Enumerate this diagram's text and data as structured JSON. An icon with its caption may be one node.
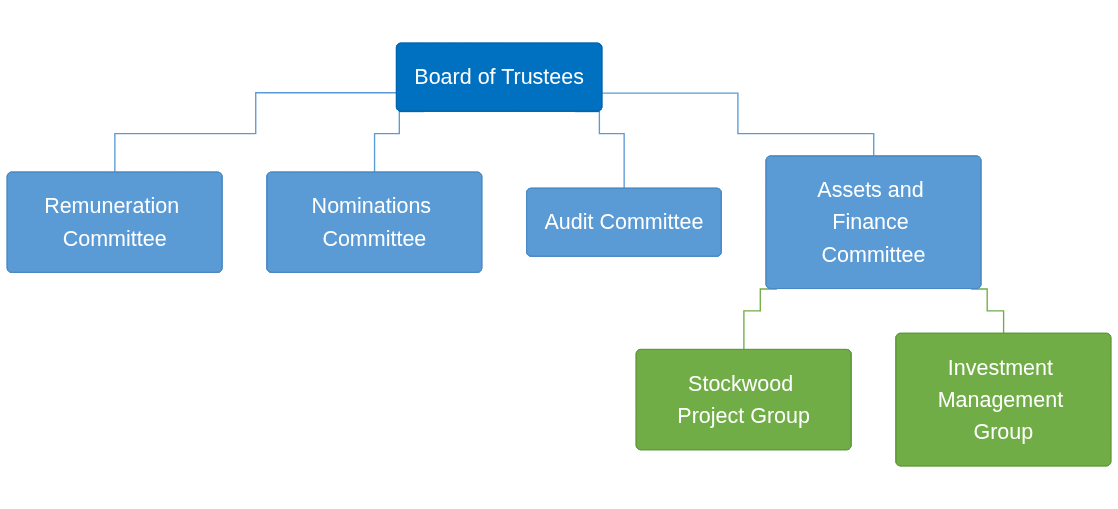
{
  "diagram": {
    "nodes": [
      {
        "text": [
          "Board of Trustees"
        ]
      },
      {
        "text": [
          "Remuneration Committee"
        ]
      },
      {
        "text": [
          "Nominations Committee"
        ]
      },
      {
        "text": [
          "Audit Committee"
        ]
      },
      {
        "text": [
          "Assets and Finance Committee"
        ]
      },
      {
        "text": [
          "Stockwood Project Group"
        ]
      },
      {
        "text": [
          "Investment Management Group"
        ]
      }
    ],
    "edges": [
      {
        "from": 0,
        "to": 1,
        "arrow": "none"
      },
      {
        "from": 0,
        "to": 2,
        "arrow": "none"
      },
      {
        "from": 0,
        "to": 3,
        "arrow": "none"
      },
      {
        "from": 0,
        "to": 4,
        "arrow": "none"
      },
      {
        "from": 4,
        "to": 5,
        "arrow": "none",
        "color": "#70ad47"
      },
      {
        "from": 4,
        "to": 6,
        "arrow": "none",
        "color": "#70ad47"
      }
    ]
  }
}
